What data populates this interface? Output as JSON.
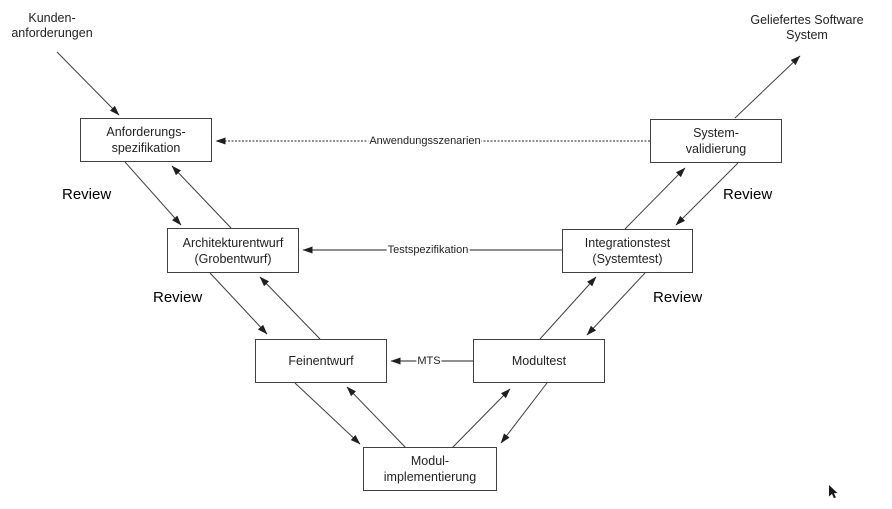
{
  "diagram": {
    "title_implied": "V-Modell",
    "top_left_label": {
      "line1": "Kunden-",
      "line2": "anforderungen"
    },
    "top_right_label": {
      "line1": "Geliefertes Software",
      "line2": "System"
    },
    "boxes": {
      "anforderungsspezifikation": {
        "line1": "Anforderungs-",
        "line2": "spezifikation"
      },
      "systemvalidierung": {
        "line1": "System-",
        "line2": "validierung"
      },
      "architekturentwurf": {
        "line1": "Architekturentwurf",
        "line2": "(Grobentwurf)"
      },
      "integrationstest": {
        "line1": "Integrationstest",
        "line2": "(Systemtest)"
      },
      "feinentwurf": {
        "line1": "Feinentwurf"
      },
      "modultest": {
        "line1": "Modultest"
      },
      "modulimplementierung": {
        "line1": "Modul-",
        "line2": "implementierung"
      }
    },
    "edge_labels": {
      "anwendungsszenarien": "Anwendungsszenarien",
      "testspezifikation": "Testspezifikation",
      "mts": "MTS"
    },
    "review_labels": [
      "Review",
      "Review",
      "Review",
      "Review"
    ],
    "colors": {
      "line": "#3f3f3f",
      "box_border": "#404040",
      "text": "#1f1f1f",
      "background": "#ffffff"
    }
  }
}
